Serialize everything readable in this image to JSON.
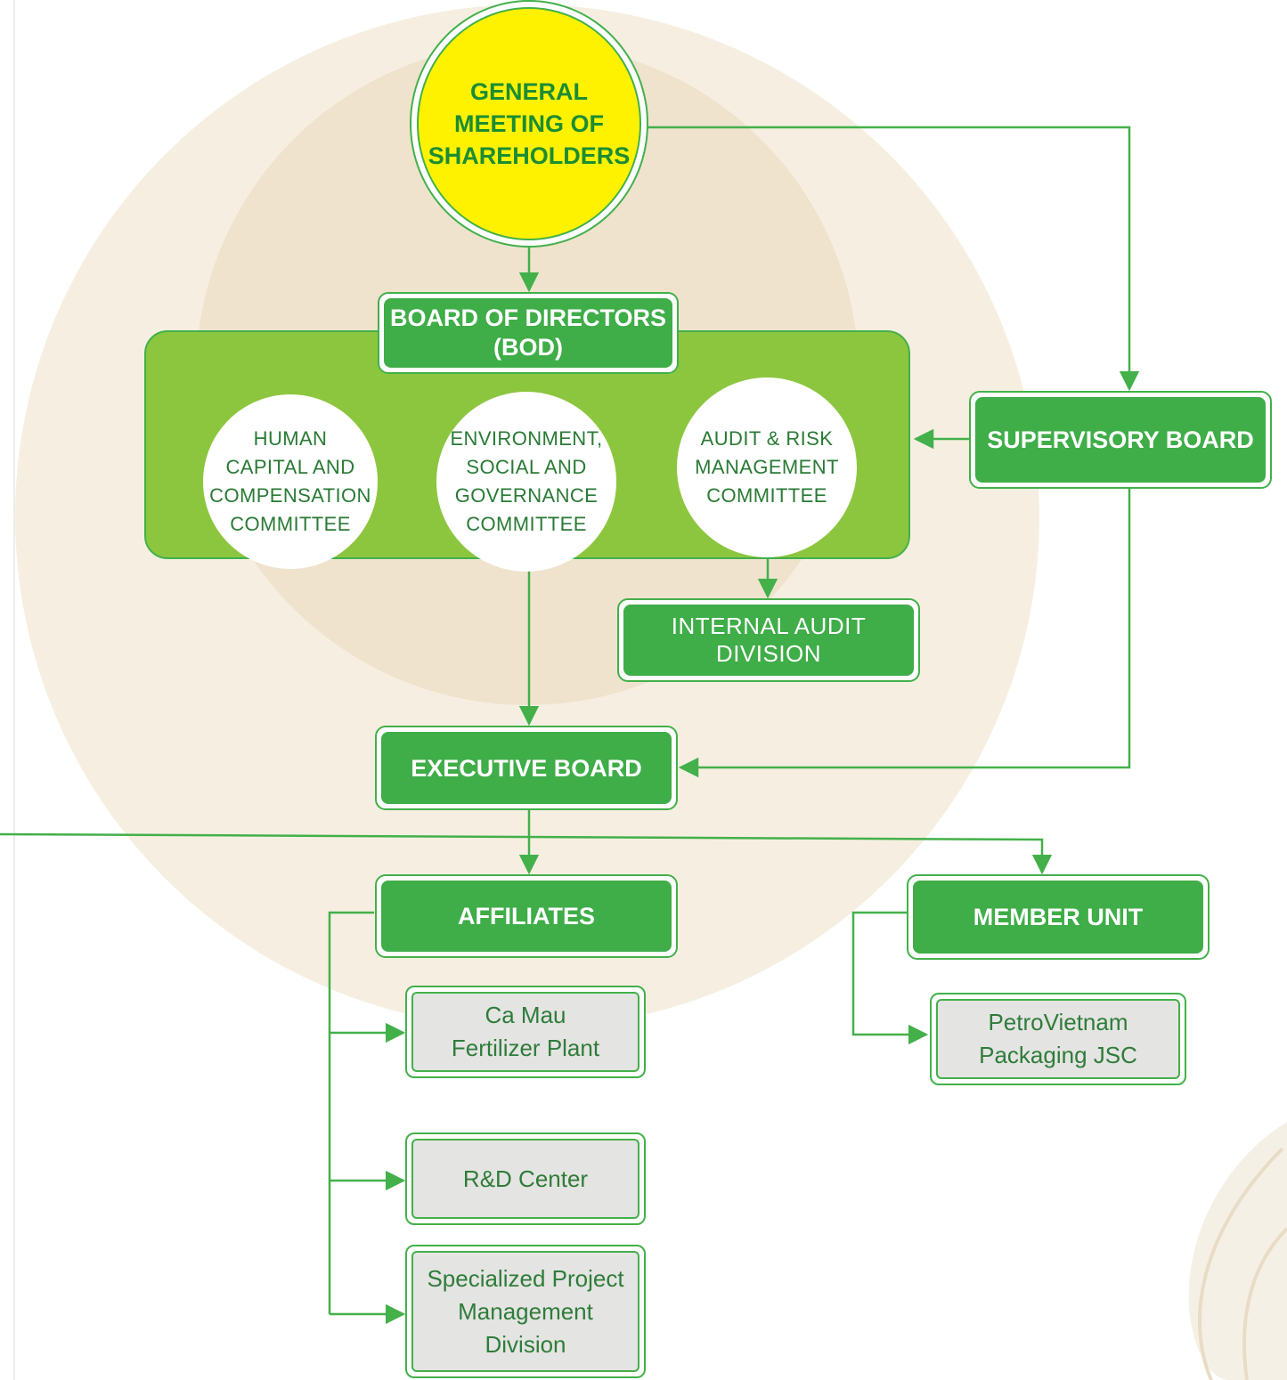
{
  "general_meeting": {
    "lines": [
      "GENERAL",
      "MEETING OF",
      "SHAREHOLDERS"
    ]
  },
  "board_of_directors": {
    "lines": [
      "BOARD OF DIRECTORS",
      "(BOD)"
    ]
  },
  "committees": [
    {
      "lines": [
        "HUMAN",
        "CAPITAL AND",
        "COMPENSATION",
        "COMMITTEE"
      ]
    },
    {
      "lines": [
        "ENVIRONMENT,",
        "SOCIAL AND",
        "GOVERNANCE",
        "COMMITTEE"
      ]
    },
    {
      "lines": [
        "AUDIT & RISK",
        "MANAGEMENT",
        "COMMITTEE"
      ]
    }
  ],
  "supervisory_board": {
    "label": "SUPERVISORY BOARD"
  },
  "internal_audit": {
    "lines": [
      "INTERNAL AUDIT",
      "DIVISION"
    ]
  },
  "executive_board": {
    "label": "EXECUTIVE BOARD"
  },
  "affiliates": {
    "label": "AFFILIATES",
    "children": [
      {
        "lines": [
          "Ca Mau",
          "Fertilizer Plant"
        ]
      },
      {
        "lines": [
          "R&D Center"
        ]
      },
      {
        "lines": [
          "Specialized Project",
          "Management",
          "Division"
        ]
      }
    ]
  },
  "member_unit": {
    "label": "MEMBER UNIT",
    "children": [
      {
        "lines": [
          "PetroVietnam",
          "Packaging JSC"
        ]
      }
    ]
  },
  "colors": {
    "green": "#3fad48",
    "line": "#43b04a",
    "yellow": "#fff200",
    "beige_outer": "#f6efe1",
    "beige_inner": "#efe3ce",
    "gray_box": "#e4e4e2"
  }
}
